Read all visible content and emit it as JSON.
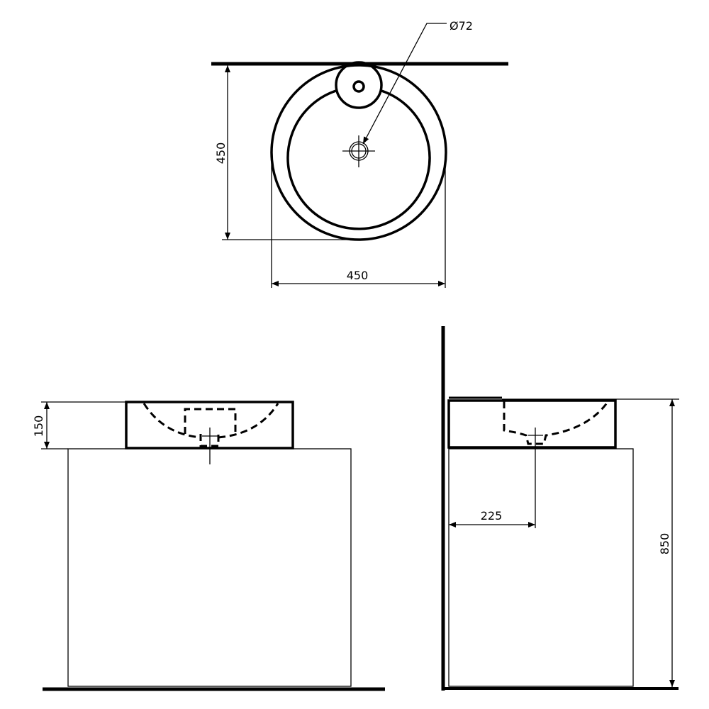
{
  "drawing": {
    "top_view": {
      "diameter_label": "Ø72",
      "height_label": "450",
      "width_label": "450"
    },
    "front_view": {
      "basin_height_label": "150"
    },
    "side_view": {
      "drain_offset_label": "225",
      "total_height_label": "850"
    },
    "line_color": "#000000"
  }
}
